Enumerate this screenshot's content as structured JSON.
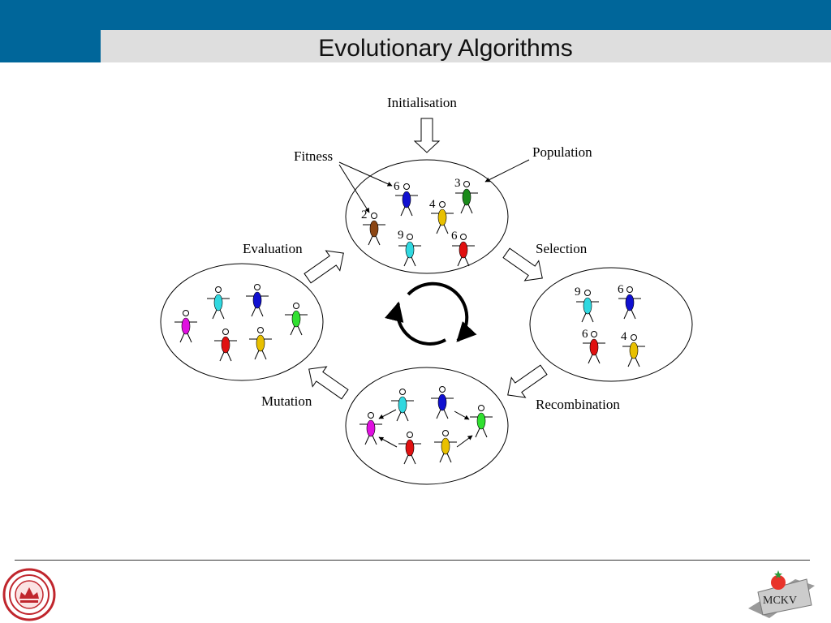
{
  "slide": {
    "title": "Evolutionary Algorithms"
  },
  "diagram": {
    "labels": {
      "initialisation": "Initialisation",
      "fitness": "Fitness",
      "population": "Population",
      "evaluation": "Evaluation",
      "selection": "Selection",
      "mutation": "Mutation",
      "recombination": "Recombination"
    },
    "population_fitness": [
      "6",
      "3",
      "4",
      "2",
      "9",
      "6"
    ],
    "selection_fitness": [
      "9",
      "6",
      "6",
      "4"
    ]
  },
  "footer": {
    "right_logo_text": "MCKV"
  },
  "colors": {
    "header": "#00669a",
    "title_band": "#dedede",
    "blue": "#1010d0",
    "green": "#1a8a1a",
    "yellow": "#e8c000",
    "brown": "#8b4513",
    "cyan": "#30d8e0",
    "red": "#e01010",
    "magenta": "#e010e0",
    "lime": "#30e030"
  },
  "icons": [
    "institute-seal-logo",
    "mckv-logo",
    "cycle-arrows-icon"
  ]
}
